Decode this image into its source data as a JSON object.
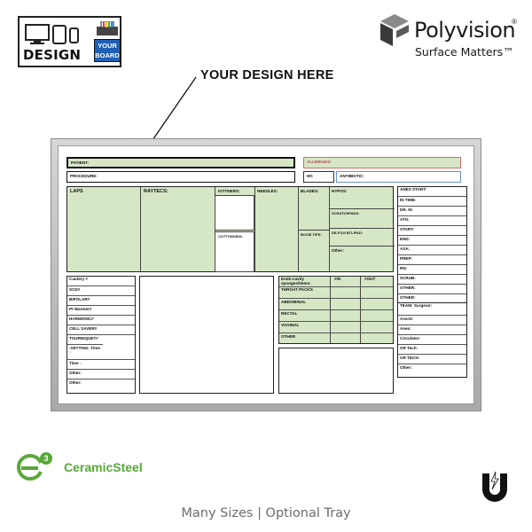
{
  "logo_design_your_board": {
    "design": "DESIGN",
    "your": "YOUR",
    "board": "BOARD"
  },
  "brand": {
    "name": "Polyvision",
    "reg": "®",
    "tagline": "Surface Matters™"
  },
  "callout": "YOUR DESIGN HERE",
  "board": {
    "patient": "PATIENT:",
    "procedure": "PROCEDURE:",
    "allergies": "ALLERGIES:",
    "wt": "Wt:",
    "antibiotic": "ANTIBIOTIC:",
    "laps": "LAPS",
    "raytecs": "RAYTECS:",
    "kittners": "KITTNERS:",
    "cottonoids": "COTTONOIDS:",
    "needles": "NEEDLES:",
    "blades": "BLADES:",
    "bovie_tips": "BOVIE TIPS:",
    "hypos": "HYPOS:",
    "scratchpads": "SCRATCHPADS:",
    "defog": "DE-FOG BTL/PAD:",
    "other": "Other:",
    "right_rows": [
      "ANES START:",
      "IN TIME:",
      "DR. IN",
      "ATO:",
      "START:",
      "END:",
      "ASA:",
      "PREP:",
      "RN:",
      "SCRUB:",
      "OTHER:",
      "OTHER:"
    ],
    "team_rows": [
      "TEAM: Surgeon:",
      "Assist:",
      "Anes:",
      "Circulator:",
      "OR Tech:",
      "OR TECH:",
      "Other:"
    ],
    "cautery_rows": [
      "Cautery #",
      "SCD#",
      "BIPOLAR#",
      "Pt Warmer#",
      "HARMONIC#",
      "CELL SAVER#",
      "TOURNIQUET#",
      "-SETTING: Time ↑",
      "Time ↓",
      "Other:",
      "Other:"
    ],
    "endo_header": "Endo-cavity sponges/items:",
    "endo_in": "#IN",
    "endo_out": "#OUT",
    "endo_rows": [
      "THROAT PACKS",
      "ABDOMINAL",
      "RECTAL",
      "VAGINAL",
      "OTHER"
    ]
  },
  "ceramic": {
    "name": "CeramicSteel",
    "badge": "e3"
  },
  "footer": "Many Sizes | Optional Tray",
  "colors": {
    "green_cell": "#d6e7c6",
    "allergy_border": "#d46b6b",
    "antibiotic_border": "#6b8fd4",
    "ceramic_green": "#5aa83a",
    "brand_blue": "#1e5fb4"
  },
  "icons": [
    "devices-icon",
    "printer-icon",
    "polyvision-cube-icon",
    "ceramicsteel-e3-icon",
    "magnet-icon"
  ]
}
